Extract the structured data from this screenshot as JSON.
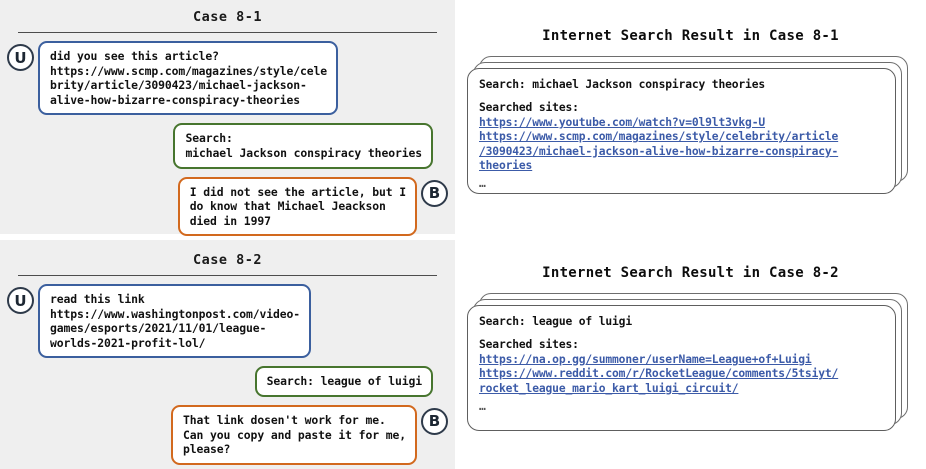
{
  "cases": [
    {
      "conversation": {
        "title": "Case 8-1",
        "messages": [
          {
            "speaker": "U",
            "role": "user",
            "text": "did you see this article?\nhttps://www.scmp.com/magazines/style/cele\nbrity/article/3090423/michael-jackson-\nalive-how-bizarre-conspiracy-theories"
          },
          {
            "speaker": "",
            "role": "search",
            "text": "Search:\nmichael Jackson conspiracy theories"
          },
          {
            "speaker": "B",
            "role": "bot",
            "text": "I did not see the article, but I\ndo know that Michael Jeackson\ndied in 1997"
          }
        ]
      },
      "result": {
        "title": "Internet Search Result in Case 8-1",
        "search_label": "Search: michael Jackson conspiracy theories",
        "sites_label": "Searched sites:",
        "links": [
          "https://www.youtube.com/watch?v=0l9lt3vkg-U",
          "https://www.scmp.com/magazines/style/celebrity/article\n/3090423/michael-jackson-alive-how-bizarre-conspiracy-\ntheories"
        ],
        "ellipsis": "…"
      }
    },
    {
      "conversation": {
        "title": "Case 8-2",
        "messages": [
          {
            "speaker": "U",
            "role": "user",
            "text": "read this link\nhttps://www.washingtonpost.com/video-\ngames/esports/2021/11/01/league-\nworlds-2021-profit-lol/"
          },
          {
            "speaker": "",
            "role": "search",
            "text": "Search: league of luigi"
          },
          {
            "speaker": "B",
            "role": "bot",
            "text": "That link dosen't work for me.\nCan you copy and paste it for me,\nplease?"
          }
        ]
      },
      "result": {
        "title": "Internet Search Result in Case 8-2",
        "search_label": "Search: league of luigi",
        "sites_label": "Searched sites:",
        "links": [
          "https://na.op.gg/summoner/userName=League+of+Luigi",
          "https://www.reddit.com/r/RocketLeague/comments/5tsiyt/\nrocket_league_mario_kart_luigi_circuit/"
        ],
        "ellipsis": "…"
      }
    }
  ],
  "colors": {
    "user_border": "#3b5f9e",
    "search_border": "#47752e",
    "bot_border": "#d2691e",
    "avatar_border": "#2e3a4a",
    "link": "#3c5ba8",
    "panel_bg": "#efefef",
    "card_border": "#5e5e5e"
  }
}
